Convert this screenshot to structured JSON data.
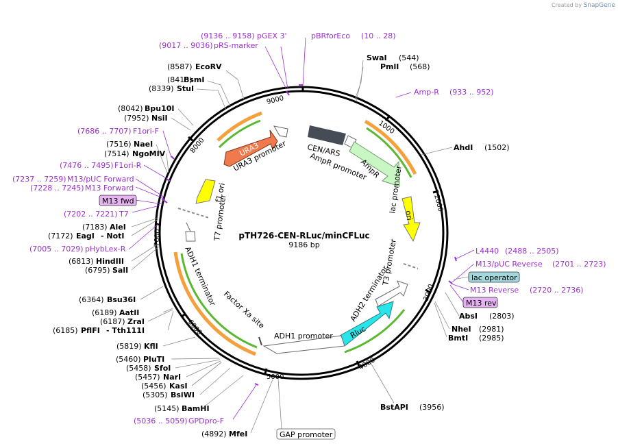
{
  "credit": {
    "prefix": "Created by",
    "brand": "SnapGene"
  },
  "plasmid": {
    "name": "pTH726-CEN-RLuc/minCFLuc",
    "size": "9186 bp"
  },
  "ticks": [
    "9000",
    "1000",
    "2000",
    "3000",
    "4000",
    "5000",
    "6000",
    "7000",
    "8000"
  ],
  "sites": {
    "ecorv": {
      "pos": "(8587)",
      "name": "EcoRV"
    },
    "bsmi": {
      "pos": "(8415)",
      "name": "BsmI"
    },
    "stui": {
      "pos": "(8339)",
      "name": "StuI"
    },
    "bpu10i": {
      "pos": "(8042)",
      "name": "Bpu10I"
    },
    "nsii": {
      "pos": "(7952)",
      "name": "NsiI"
    },
    "naei": {
      "pos": "(7516)",
      "name": "NaeI"
    },
    "ngomiv": {
      "pos": "(7514)",
      "name": "NgoMIV"
    },
    "alei": {
      "pos": "(7183)",
      "name": "AleI"
    },
    "eagi": {
      "pos": "(7172)",
      "name": "EagI",
      "extra": "- NotI"
    },
    "hindiii": {
      "pos": "(6813)",
      "name": "HindIII"
    },
    "sali": {
      "pos": "(6795)",
      "name": "SalI"
    },
    "bsu36i": {
      "pos": "(6364)",
      "name": "Bsu36I"
    },
    "aatii": {
      "pos": "(6189)",
      "name": "AatII"
    },
    "zrai": {
      "pos": "(6187)",
      "name": "ZraI"
    },
    "pflfi": {
      "pos": "(6185)",
      "name": "PflFI",
      "extra": "- Tth111I"
    },
    "kfli": {
      "pos": "(5819)",
      "name": "KflI"
    },
    "pluti": {
      "pos": "(5460)",
      "name": "PluTI"
    },
    "sfoi": {
      "pos": "(5458)",
      "name": "SfoI"
    },
    "nari": {
      "pos": "(5457)",
      "name": "NarI"
    },
    "kasi": {
      "pos": "(5456)",
      "name": "KasI"
    },
    "bsiwi": {
      "pos": "(5305)",
      "name": "BsiWI"
    },
    "bamhi": {
      "pos": "(5145)",
      "name": "BamHI"
    },
    "mfei": {
      "pos": "(4892)",
      "name": "MfeI"
    },
    "swai": {
      "name": "SwaI",
      "pos": "(544)"
    },
    "pmli": {
      "name": "PmlI",
      "pos": "(568)"
    },
    "ahdi": {
      "name": "AhdI",
      "pos": "(1502)"
    },
    "absi": {
      "name": "AbsI",
      "pos": "(2803)"
    },
    "nhei": {
      "name": "NheI",
      "pos": "(2981)"
    },
    "bmti": {
      "name": "BmtI",
      "pos": "(2985)"
    },
    "bstapi": {
      "name": "BstAPI",
      "pos": "(3956)"
    }
  },
  "primers": {
    "pgex3": {
      "range": "(9136 .. 9158)",
      "name": "pGEX 3'"
    },
    "prsmarker": {
      "range": "(9017 .. 9036)",
      "name": "pRS-marker"
    },
    "pbrforeco": {
      "name": "pBRforEco",
      "range": "(10 .. 28)"
    },
    "ampr": {
      "name": "Amp-R",
      "range": "(933 .. 952)"
    },
    "f1orif": {
      "range": "(7686 .. 7707)",
      "name": "F1ori-F"
    },
    "f1orir": {
      "range": "(7476 .. 7495)",
      "name": "F1ori-R"
    },
    "m13pucfwd": {
      "range": "(7237 .. 7259)",
      "name": "M13/pUC Forward"
    },
    "m13fwd": {
      "range": "(7228 .. 7245)",
      "name": "M13 Forward"
    },
    "t7": {
      "range": "(7202 .. 7221)",
      "name": "T7"
    },
    "phyblex": {
      "range": "(7005 .. 7029)",
      "name": "pHybLex-R"
    },
    "l4440": {
      "name": "L4440",
      "range": "(2488 .. 2505)"
    },
    "m13pucrev": {
      "name": "M13/pUC Reverse",
      "range": "(2701 .. 2723)"
    },
    "m13reverse": {
      "name": "M13 Reverse",
      "range": "(2720 .. 2736)"
    },
    "gpdprof": {
      "range": "(5036 .. 5059)",
      "name": "GPDpro-F"
    }
  },
  "boxes": {
    "m13fwd": "M13 fwd",
    "lacop": "lac operator",
    "m13rev": "M13 rev",
    "gap": "GAP promoter"
  },
  "features": {
    "ura3": "URA3",
    "ura3prom": "URA3 promoter",
    "cenars": "CEN/ARS",
    "ampr": "AmpR",
    "amprprom": "AmpR promoter",
    "ori": "ori",
    "lacprom": "lac promoter",
    "t3prom": "T3 promoter",
    "adh2term": "ADH2 terminator",
    "rluc": "Rluc",
    "adh1prom": "ADH1 promoter",
    "factorxa": "Factor Xa site",
    "adh1term": "ADH1 terminator",
    "t7prom": "T7 promoter",
    "f1ori": "f1 ori"
  },
  "colors": {
    "ura3": "#f07a4e",
    "cenars": "#454c55",
    "ampr": "#c9f7c4",
    "ori": "#ffff00",
    "rluc": "#27e6ea",
    "orf_outer": "#f4a03c",
    "orf_inner": "#59b830",
    "primer": "#9b2fd0",
    "box_primer": "#e6b3f2",
    "box_lacop": "#a4d7dc"
  }
}
